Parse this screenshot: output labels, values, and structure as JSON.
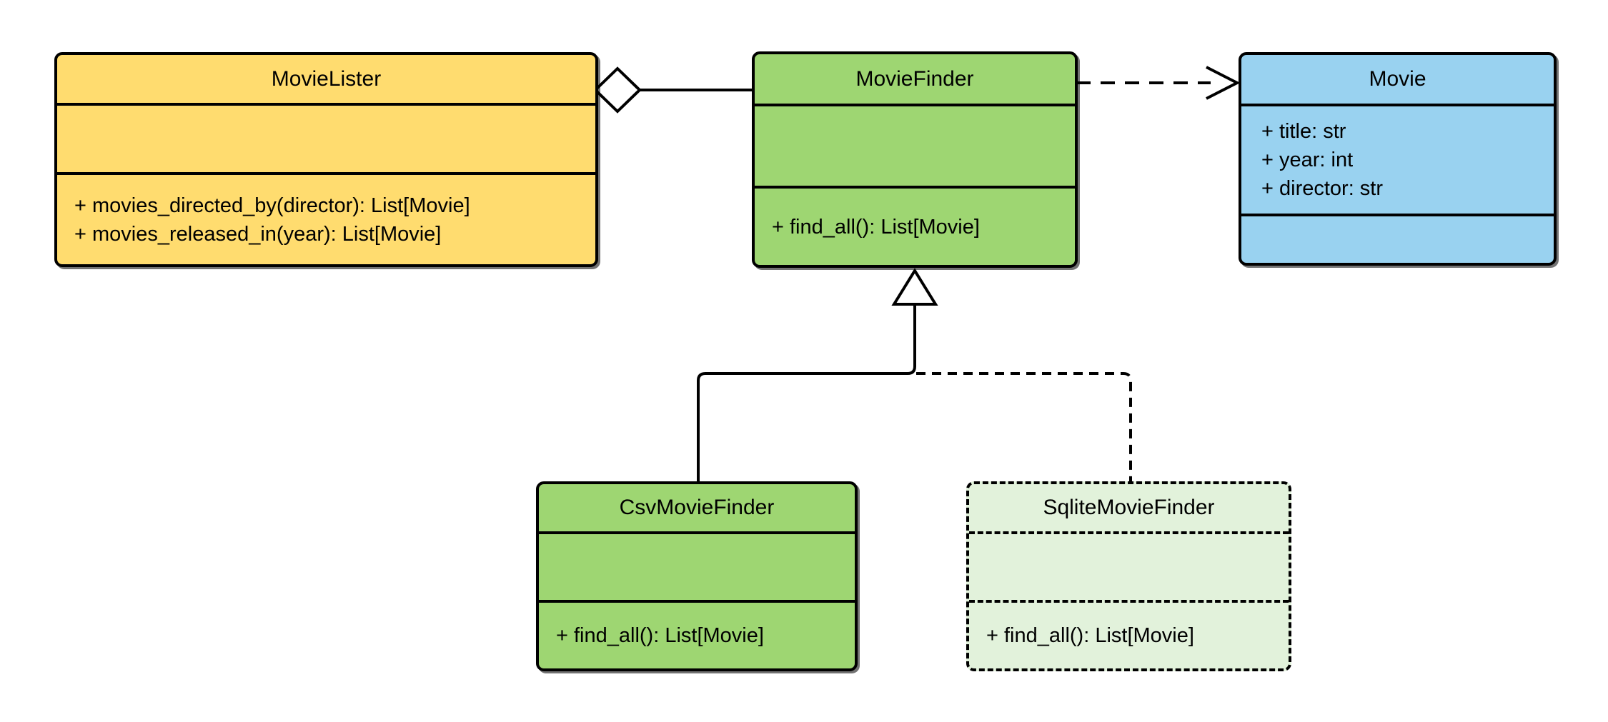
{
  "diagram": {
    "colors": {
      "stroke": "#000000",
      "background": "#FFFFFF",
      "yellow": "#FFDC6F",
      "green": "#9ED672",
      "blue": "#99D2F0",
      "pale_green": "#E2F2DB"
    },
    "classes": [
      {
        "name": "MovieLister",
        "attributes": [],
        "methods": [
          "+ movies_directed_by(director): List[Movie]",
          "+ movies_released_in(year): List[Movie]"
        ],
        "fill": "#FFDC6F",
        "border_style": "solid"
      },
      {
        "name": "MovieFinder",
        "attributes": [],
        "methods": [
          "+ find_all(): List[Movie]"
        ],
        "fill": "#9ED672",
        "border_style": "solid"
      },
      {
        "name": "Movie",
        "attributes": [
          "+ title: str",
          "+ year: int",
          "+ director: str"
        ],
        "methods": [],
        "fill": "#99D2F0",
        "border_style": "solid"
      },
      {
        "name": "CsvMovieFinder",
        "attributes": [],
        "methods": [
          "+ find_all(): List[Movie]"
        ],
        "fill": "#9ED672",
        "border_style": "solid"
      },
      {
        "name": "SqliteMovieFinder",
        "attributes": [],
        "methods": [
          "+ find_all(): List[Movie]"
        ],
        "fill": "#E2F2DB",
        "border_style": "dashed"
      }
    ],
    "relationships": [
      {
        "type": "aggregation",
        "from": "MovieLister",
        "to": "MovieFinder",
        "line": "solid"
      },
      {
        "type": "dependency",
        "from": "MovieFinder",
        "to": "Movie",
        "line": "dashed"
      },
      {
        "type": "inheritance",
        "from": "CsvMovieFinder",
        "to": "MovieFinder",
        "line": "solid"
      },
      {
        "type": "inheritance",
        "from": "SqliteMovieFinder",
        "to": "MovieFinder",
        "line": "dashed"
      }
    ]
  }
}
